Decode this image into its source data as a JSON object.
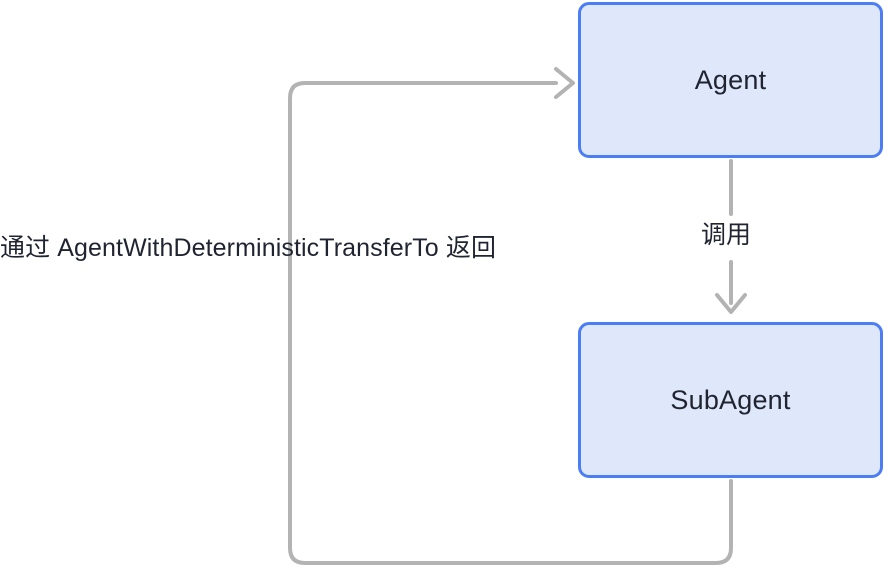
{
  "diagram": {
    "title_text_present": false,
    "background_color": "#ffffff",
    "node_fill_color": "#dfe7fb",
    "node_border_color": "#4c7ef3",
    "node_text_color": "#1f2430",
    "edge_color": "#b3b3b3",
    "nodes": [
      {
        "id": "agent",
        "label": "Agent"
      },
      {
        "id": "subagent",
        "label": "SubAgent"
      }
    ],
    "edges": [
      {
        "id": "invoke",
        "from": "agent",
        "to": "subagent",
        "label": "调用",
        "direction": "down"
      },
      {
        "id": "return",
        "from": "subagent",
        "to": "agent",
        "label": "通过 AgentWithDeterministicTransferTo 返回",
        "direction": "loop-left-up"
      }
    ]
  }
}
